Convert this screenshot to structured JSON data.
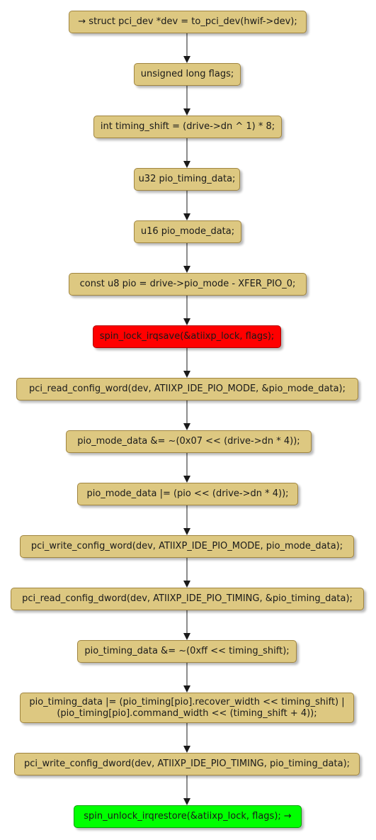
{
  "nodes": [
    {
      "id": "n1",
      "text": "→ struct pci_dev *dev = to_pci_dev(hwif->dev);",
      "style": "normal"
    },
    {
      "id": "n2",
      "text": "unsigned long flags;",
      "style": "normal"
    },
    {
      "id": "n3",
      "text": "int timing_shift = (drive->dn ^ 1) * 8;",
      "style": "normal"
    },
    {
      "id": "n4",
      "text": "u32 pio_timing_data;",
      "style": "normal"
    },
    {
      "id": "n5",
      "text": "u16 pio_mode_data;",
      "style": "normal"
    },
    {
      "id": "n6",
      "text": "const u8 pio = drive->pio_mode - XFER_PIO_0;",
      "style": "normal"
    },
    {
      "id": "n7",
      "text": "spin_lock_irqsave(&atiixp_lock, flags);",
      "style": "red"
    },
    {
      "id": "n8",
      "text": "pci_read_config_word(dev, ATIIXP_IDE_PIO_MODE, &pio_mode_data);",
      "style": "normal"
    },
    {
      "id": "n9",
      "text": "pio_mode_data &= ~(0x07 << (drive->dn * 4));",
      "style": "normal"
    },
    {
      "id": "n10",
      "text": "pio_mode_data |= (pio << (drive->dn * 4));",
      "style": "normal"
    },
    {
      "id": "n11",
      "text": "pci_write_config_word(dev, ATIIXP_IDE_PIO_MODE, pio_mode_data);",
      "style": "normal"
    },
    {
      "id": "n12",
      "text": "pci_read_config_dword(dev, ATIIXP_IDE_PIO_TIMING, &pio_timing_data);",
      "style": "normal"
    },
    {
      "id": "n13",
      "text": "pio_timing_data &= ~(0xff << timing_shift);",
      "style": "normal"
    },
    {
      "id": "n14",
      "text": "pio_timing_data |= (pio_timing[pio].recover_width << timing_shift) |\n(pio_timing[pio].command_width << (timing_shift + 4));",
      "style": "normal"
    },
    {
      "id": "n15",
      "text": "pci_write_config_dword(dev, ATIIXP_IDE_PIO_TIMING, pio_timing_data);",
      "style": "normal"
    },
    {
      "id": "n16",
      "text": "spin_unlock_irqrestore(&atiixp_lock, flags); →",
      "style": "green"
    }
  ],
  "colors": {
    "node_fill": "#ddc881",
    "node_border": "#a08540",
    "lock_fill": "#ff0000",
    "unlock_fill": "#00ff00",
    "connector": "#1a1a1a"
  }
}
